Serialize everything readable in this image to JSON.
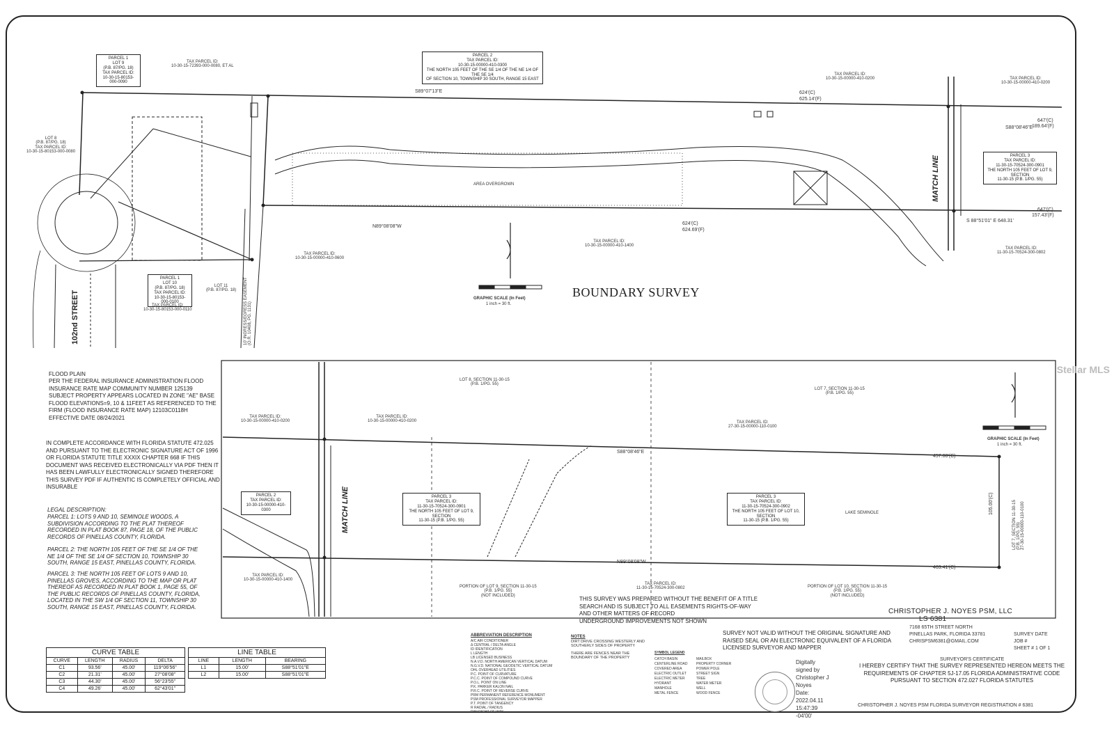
{
  "title": "BOUNDARY SURVEY",
  "watermark": "Stellar MLS",
  "street": "102nd STREET",
  "match_line": "MATCH LINE",
  "graphic_scale": {
    "label": "GRAPHIC SCALE (In Feet)",
    "ratio": "1 inch = 30 ft."
  },
  "top_labels": {
    "parcel1_lot9": "PARCEL 1\nLOT 9\n(P.B. 87/PG. 18)\nTAX PARCEL ID:\n10-30-15-80153-000-0090",
    "parcel2_top": "PARCEL 2\nTAX PARCEL ID:\n10-30-15-00000-410-0300\nTHE NORTH 105 FEET OF THE SE 1/4 OF THE NE 1/4 OF THE SE 1/4\nOF SECTION 10, TOWNSHIP 30 SOUTH, RANGE 15 EAST",
    "parcel3_right": "PARCEL 3\nTAX PARCEL ID:\n11-30-15-70524-300-0901\nTHE NORTH 105 FEET OF LOT 9, SECTION\n11-30-15 (P.B. 1/PG. 55)",
    "parcel1_lot10": "PARCEL 1\nLOT 10\n(P.B. 87/PG. 18)\nTAX PARCEL ID:\n10-30-15-80153-000-0100",
    "tax_top_left": "TAX PARCEL ID:\n10-30-15-72393-000-0080, ET AL",
    "tax_top_mid": "TAX PARCEL ID:\n10-30-15-00000-410-0200",
    "tax_top_right": "TAX PARCEL ID:\n10-30-15-00000-410-0200",
    "tax_lot8": "LOT 8\n(P.B. 87/PG. 18)\nTAX PARCEL ID:\n10-30-15-80153-000-0080",
    "tax_center": "TAX PARCEL ID:\n10-30-15-00000-410-1400",
    "tax_bottom_mid": "TAX PARCEL ID:\n10-30-15-00000-410-0600",
    "tax_bottom_left": "TAX PARCEL ID:\n10-30-15-80153-000-0110",
    "tax_right_low": "TAX PARCEL ID:\n11-30-15-70524-300-0802",
    "lot11": "LOT 11\n(P.B. 87/PG. 18)",
    "area_overgrown": "AREA OVERGROWN",
    "bearing_top": "S89°07'13\"E",
    "bearing_right_top": "S88°08'46\"E",
    "bearing_mid": "N89°08'08\"W",
    "bearing_lower": "S 88°51'01\" E 648.31'",
    "dist_624c": "624'(C)",
    "dist_624f": "625.14'(F)",
    "dist_624c2": "624'(C)",
    "dist_624f2": "624.69'(F)",
    "dist_647": "647'(C)",
    "dist_647f": "189.64'(F)",
    "dist_647b": "647'(C)",
    "dist_647bf": "157.43'(F)",
    "easement": "10' INGRESS/EGRESS EASEMENT\n(O.R. 10408, PG. 1131)"
  },
  "bottom_labels": {
    "lot8_sec": "LOT 8, SECTION 11-30-15\n(P.B. 1/PG. 55)",
    "lot7_sec": "LOT 7, SECTION 11-30-15\n(P.B. 1/PG. 55)",
    "tax_a": "TAX PARCEL ID:\n10-30-15-00000-410-0200",
    "tax_b": "TAX PARCEL ID:\n10-30-15-00000-410-0200",
    "tax_c": "TAX PARCEL ID:\n27-30-15-00000-110-0100",
    "parcel2_box": "PARCEL 2\nTAX PARCEL ID:\n10-30-15-00000-410-0300",
    "parcel3_box": "PARCEL 3\nTAX PARCEL ID:\n11-30-15-70524-300-0901\nTHE NORTH 105 FEET OF LOT 9, SECTION\n11-30-15 (P.B. 1/PG. 55)",
    "parcel3b_box": "PARCEL 3\nTAX PARCEL ID:\n11-30-15-70524-300-0902\nTHE NORTH 105 FEET OF LOT 10, SECTION\n11-30-15 (P.B. 1/PG. 55)",
    "lake": "LAKE SEMINOLE",
    "bearing_top": "S88°08'46\"E",
    "dist_top": "457.08'(C)",
    "bearing_bottom": "N89°08'08\"W",
    "dist_bottom": "463.41'(C)",
    "dist_105": "105.00'(C)",
    "portion_lot9": "PORTION OF LOT 9, SECTION 11-30-15\n(P.B. 1/PG. 55)\n(NOT INCLUDED)",
    "portion_lot10": "PORTION OF LOT 10, SECTION 11-30-15\n(P.B. 1/PG. 55)\n(NOT INCLUDED)",
    "tax_d": "TAX PARCEL ID:\n10-30-15-00000-410-1400",
    "tax_e": "TAX PARCEL ID:\n11-30-15-70524-300-0802",
    "lot7_right": "LOT 7, SECTION 11-30-15\n(P.B. 1/PG. 55)\n27-30-15-00000-110-0100"
  },
  "flood_plain": {
    "heading": "FLOOD PLAIN",
    "body": "PER THE FEDERAL INSURANCE ADMINISTRATION FLOOD\nINSURANCE RATE MAP COMMUNITY NUMBER 125139\nSUBJECT PROPERTY APPEARS LOCATED IN ZONE \"AE\" BASE\nFLOOD ELEVATIONS=9, 10 & 11FEET AS REFERENCED TO THE\nFIRM (FLOOD INSURANCE RATE MAP) 12103C0118H\nEFFECTIVE DATE 08/24/2021"
  },
  "statute_note": "IN COMPLETE ACCORDANCE WITH FLORIDA STATUTE 472.025\nAND PURSUANT TO THE ELECTRONIC SIGNATURE ACT OF 1996\nOR FLORIDA STATUTE TITLE XXXIX CHAPTER 668 IF THIS\nDOCUMENT WAS RECEIVED ELECTRONICALLY VIA PDF THEN IT\nHAS BEEN LAWFULLY ELECTRONICALLY SIGNED  THEREFORE\nTHIS SURVEY PDF IF AUTHENTIC IS COMPLETELY OFFICIAL AND\nINSURABLE",
  "legal_description": {
    "heading": "LEGAL DESCRIPTION:",
    "p1": "PARCEL 1: LOTS 9 AND 10, SEMINOLE WOODS, A\nSUBDIVISION ACCORDING TO THE PLAT THEREOF\nRECORDED IN PLAT BOOK 87, PAGE 18, OF THE PUBLIC\nRECORDS OF PINELLAS COUNTY, FLORIDA.",
    "p2": "PARCEL 2: THE NORTH 105 FEET OF THE SE 1/4 OF THE\nNE 1/4 OF THE SE 1/4 OF SECTION 10, TOWNSHIP 30\nSOUTH, RANGE 15 EAST, PINELLAS COUNTY, FLORIDA.",
    "p3": "PARCEL 3: THE NORTH 105 FEET OF LOTS 9 AND 10,\nPINELLAS GROVES, ACCORDING TO THE MAP OR PLAT\nTHEREOF AS RECORDED IN PLAT BOOK 1, PAGE 55, OF\nTHE PUBLIC RECORDS OF PINELLAS COUNTY, FLORIDA,\nLOCATED IN THE SW 1/4 OF SECTION 11, TOWNSHIP 30\nSOUTH, RANGE 15 EAST, PINELLAS COUNTY, FLORIDA."
  },
  "curve_table": {
    "title": "CURVE TABLE",
    "headers": [
      "CURVE",
      "LENGTH",
      "RADIUS",
      "DELTA"
    ],
    "rows": [
      [
        "C1",
        "93.56'",
        "45.00'",
        "119°06'56\""
      ],
      [
        "C2",
        "21.31'",
        "45.00'",
        "27°08'08\""
      ],
      [
        "C3",
        "44.30'",
        "45.00'",
        "56°23'55\""
      ],
      [
        "C4",
        "49.26'",
        "45.00'",
        "62°43'01\""
      ]
    ]
  },
  "line_table": {
    "title": "LINE TABLE",
    "headers": [
      "LINE",
      "LENGTH",
      "BEARING"
    ],
    "rows": [
      [
        "L1",
        "15.00'",
        "S88°51'01\"E"
      ],
      [
        "L2",
        "15.00'",
        "S88°51'01\"E"
      ]
    ]
  },
  "survey_note": "THIS SURVEY WAS PREPARED WITHOUT THE BENEFIT OF A TITLE\nSEARCH AND IS SUBJECT TO ALL EASEMENTS RIGHTS-OF-WAY\nAND OTHER MATTERS OF RECORD\nUNDERGROUND IMPROVEMENTS NOT SHOWN",
  "company": {
    "name": "CHRISTOPHER J. NOYES PSM, LLC",
    "ls": "LS 6381",
    "address1": "7168 65TH STREET NORTH",
    "address2": "PINELLAS PARK, FLORIDA 33781",
    "email": "CHRISPSM6381@GMAIL.COM",
    "survey_date": "SURVEY DATE",
    "job": "JOB #",
    "sheet": "SHEET # 1 OF 1"
  },
  "validity_note": "SURVEY NOT VALID WITHOUT THE ORIGINAL SIGNATURE AND\nRAISED SEAL OR AN ELECTRONIC EQUIVALENT OF A FLORIDA\nLICENSED SURVEYOR AND MAPPER",
  "certificate": {
    "heading": "SURVEYOR'S CERTIFICATE",
    "body": "I HEREBY CERTIFY THAT THE SURVEY REPRESENTED HEREON MEETS THE\nREQUIREMENTS OF CHAPTER 5J-17.05 FLORIDA ADMINISTRATIVE CODE\nPURSUANT TO SECTION 472.027 FLORIDA STATUTES",
    "signature_line": "CHRISTOPHER J. NOYES PSM    FLORIDA SURVEYOR REGISTRATION # 6381"
  },
  "digital_signature": "Digitally\nsigned by\nChristopher J\nNoyes\nDate:\n2022.04.11\n15:47:39\n-04'00'",
  "abbreviations": {
    "heading": "ABBREVIATION DESCRIPTION",
    "items": [
      "A/C  AIR CONDITIONER",
      "Δ  CENTRAL / DELTA ANGLE",
      "ID  IDENTIFICATION",
      "L  LENGTH",
      "LB  LICENSED BUSINESS",
      "N.A.V.D.  NORTH AMERICAN VERTICAL DATUM",
      "N.G.V.D.  NATIONAL GEODETIC VERTICAL DATUM",
      "OHL  OVERHEAD UTILITIES",
      "P.C.  POINT OF CURVATURE",
      "P.C.C.  POINT OF COMPOUND CURVE",
      "P.O.L.  POINT ON LINE",
      "P.K.  PARKER KALON NAIL",
      "P.R.C.  POINT OF REVERSE CURVE",
      "PRM  PERMANENT REFERENCE MONUMENT",
      "PSM  PROFESSIONAL SURVEYOR MAPPER",
      "P.T.  POINT OF TANGENCY",
      "R  RADIAL / RADIUS",
      "R/W  RIGHT OF WAY"
    ]
  },
  "notes": {
    "heading": "NOTES",
    "body": "DIRT DRIVE CROSSING WESTERLY AND\nSOUTHERLY SIDES OF PROPERTY\n\nTHERE ARE FENCES NEAR THE\nBOUNDARY OF THE PROPERTY"
  },
  "symbol_legend": {
    "heading": "SYMBOL LEGEND",
    "left": [
      "CATCH BASIN",
      "CENTERLINE ROAD",
      "COVERED AREA",
      "ELECTRIC OUTLET",
      "ELECTRIC METER",
      "HYDRANT",
      "MANHOLE",
      "METAL FENCE"
    ],
    "right": [
      "MAILBOX",
      "PROPERTY CORNER",
      "POWER POLE",
      "STREET SIGN",
      "TREE",
      "WATER METER",
      "WELL",
      "WOOD FENCE"
    ]
  }
}
